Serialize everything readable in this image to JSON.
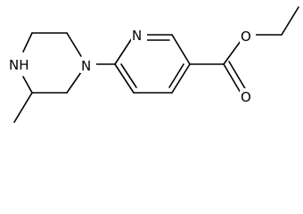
{
  "molecule": {
    "atoms": {
      "pyridine_nitrogen": "N",
      "piperazine_nitrogen_aryl": "N",
      "piperazine_nh": "NH",
      "ester_ether_oxygen": "O",
      "ester_carbonyl_oxygen": "O"
    }
  },
  "colors": {
    "bond": "#000000",
    "background": "#ffffff"
  }
}
